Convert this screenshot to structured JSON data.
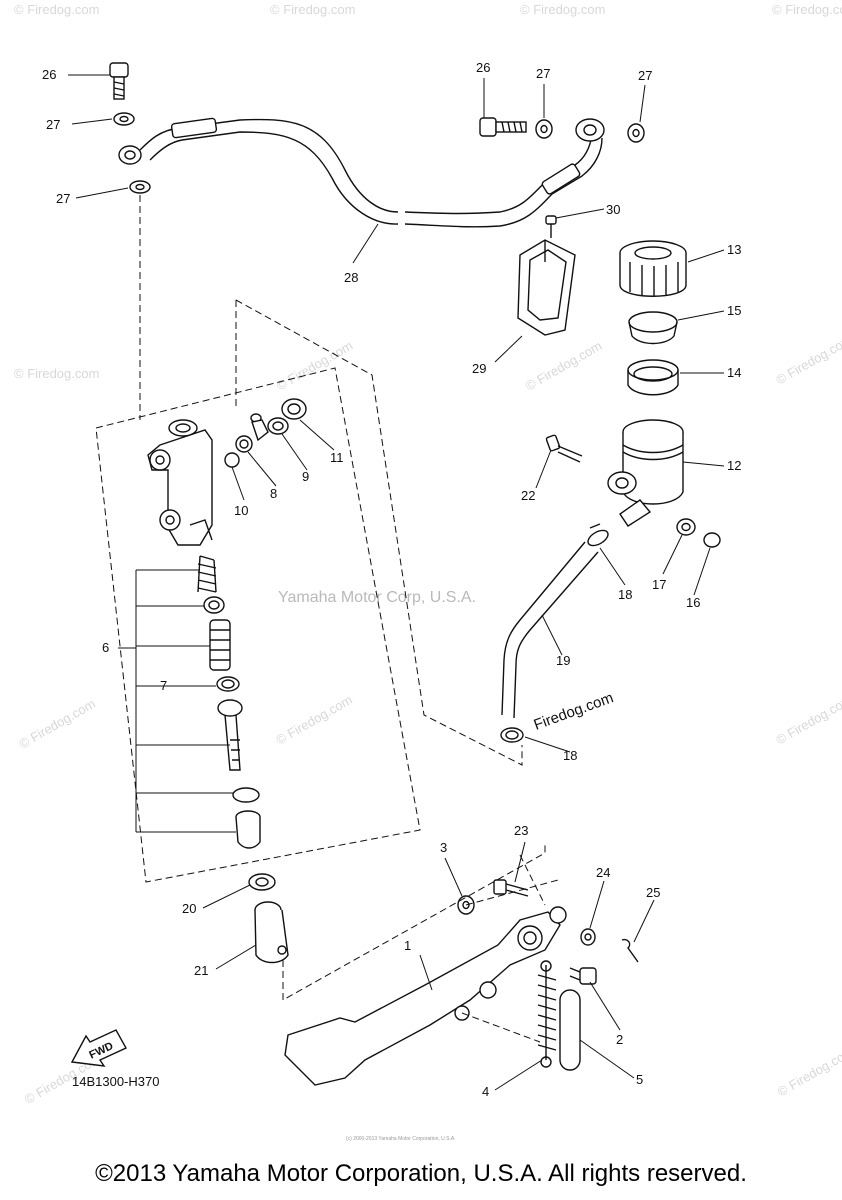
{
  "callouts": {
    "c1": "1",
    "c2": "2",
    "c3": "3",
    "c4": "4",
    "c5": "5",
    "c6": "6",
    "c7": "7",
    "c8": "8",
    "c9": "9",
    "c10": "10",
    "c11": "11",
    "c12": "12",
    "c13": "13",
    "c14": "14",
    "c15": "15",
    "c16": "16",
    "c17": "17",
    "c18a": "18",
    "c18b": "18",
    "c19": "19",
    "c20": "20",
    "c21": "21",
    "c22": "22",
    "c23": "23",
    "c24": "24",
    "c25": "25",
    "c26a": "26",
    "c26b": "26",
    "c27a": "27",
    "c27b": "27",
    "c27c": "27",
    "c27d": "27",
    "c28": "28",
    "c29": "29",
    "c30": "30"
  },
  "diagram_code": "14B1300-H370",
  "fwd_label": "FWD",
  "watermark_center": "Yamaha Motor Corp, U.S.A.",
  "watermark_inline": "Firedog.com",
  "watermark_repeat": "© Firedog.com",
  "tiny_footer": "(c) 2000-2013 Yamaha Motor Corporation, U.S.A.",
  "copyright": "©2013 Yamaha Motor Corporation, U.S.A. All rights reserved."
}
